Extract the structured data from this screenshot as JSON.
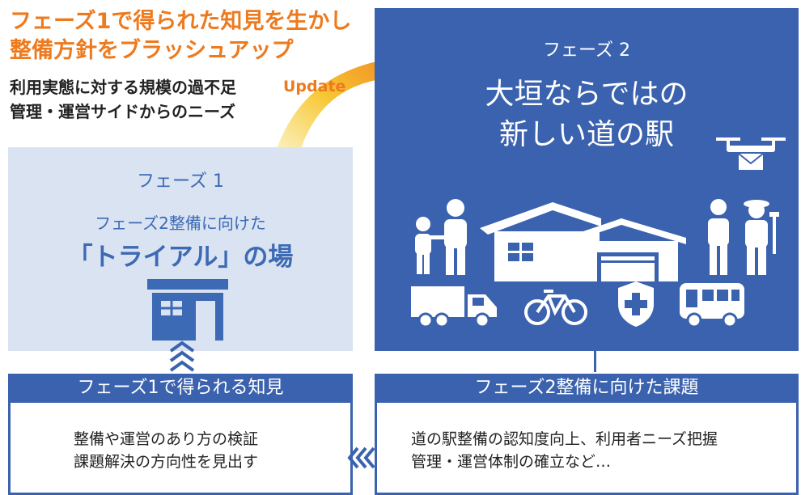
{
  "top_left": {
    "title_line1": "フェーズ1で得られた知見を生かし",
    "title_line2": "整備方針をブラッシュアップ",
    "text_line1": "利用実態に対する規模の過不足",
    "text_line2": "管理・運営サイドからのニーズ",
    "update_label": "Update"
  },
  "phase1": {
    "title": "フェーズ 1",
    "subtitle": "フェーズ2整備に向けた",
    "main": "「トライアル」の場"
  },
  "phase2": {
    "title": "フェーズ 2",
    "main_line1": "大垣ならではの",
    "main_line2": "新しい道の駅"
  },
  "bottom_left": {
    "header": "フェーズ1で得られる知見",
    "line1": "整備や運営のあり方の検証",
    "line2": "課題解決の方向性を見出す"
  },
  "bottom_right": {
    "header": "フェーズ2整備に向けた課題",
    "line1": "道の駅整備の認知度向上、利用者ニーズ把握",
    "line2": "管理・運営体制の確立など…"
  },
  "colors": {
    "blue": "#3b62ae",
    "light_blue": "#d9e3f2",
    "orange": "#ee7a1e"
  }
}
